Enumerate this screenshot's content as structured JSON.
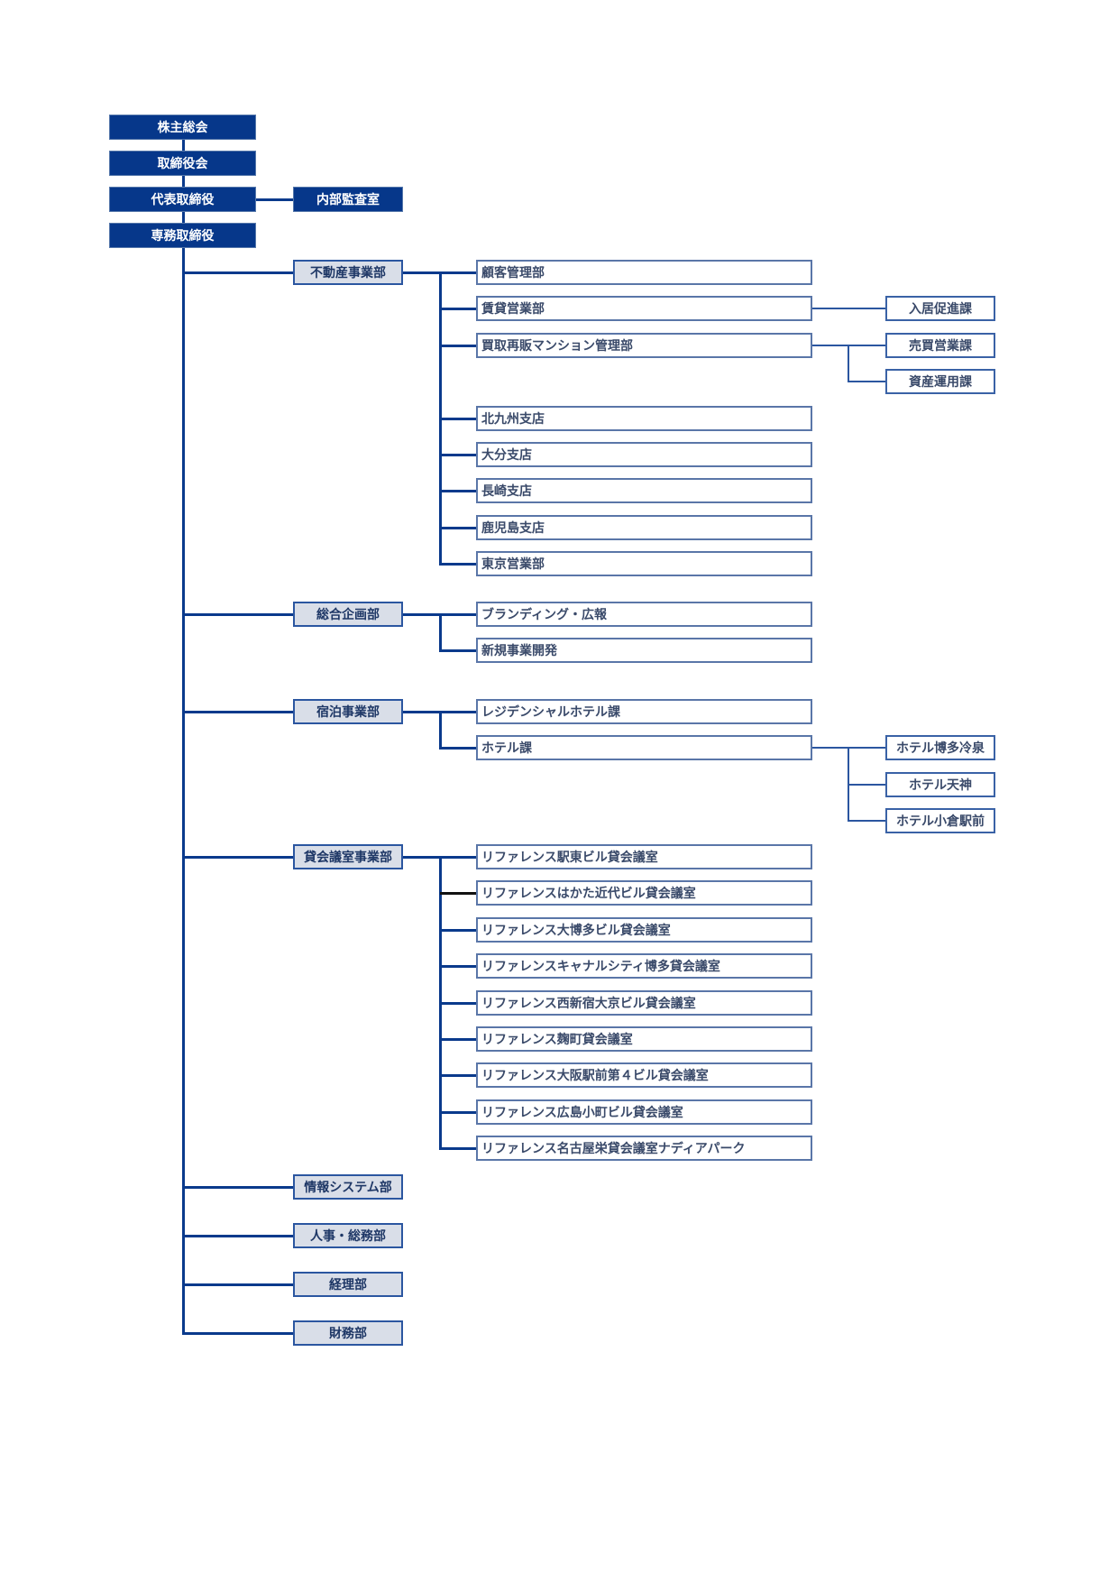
{
  "colors": {
    "executive": "#06378a",
    "department_fill": "#d9dee8",
    "line": "#0a3a8c"
  },
  "executives": [
    "株主総会",
    "取締役会",
    "代表取締役",
    "専務取締役"
  ],
  "audit": "内部監査室",
  "departments": [
    {
      "name": "不動産事業部",
      "units": [
        {
          "name": "顧客管理部",
          "sections": []
        },
        {
          "name": "賃貸営業部",
          "sections": [
            "入居促進課"
          ]
        },
        {
          "name": "買取再販マンション管理部",
          "sections": [
            "売買営業課",
            "資産運用課"
          ]
        },
        {
          "name": "北九州支店",
          "sections": []
        },
        {
          "name": "大分支店",
          "sections": []
        },
        {
          "name": "長崎支店",
          "sections": []
        },
        {
          "name": "鹿児島支店",
          "sections": []
        },
        {
          "name": "東京営業部",
          "sections": []
        }
      ]
    },
    {
      "name": "総合企画部",
      "units": [
        {
          "name": "ブランディング・広報",
          "sections": []
        },
        {
          "name": "新規事業開発",
          "sections": []
        }
      ]
    },
    {
      "name": "宿泊事業部",
      "units": [
        {
          "name": "レジデンシャルホテル課",
          "sections": []
        },
        {
          "name": "ホテル課",
          "sections": [
            "ホテル博多冷泉",
            "ホテル天神",
            "ホテル小倉駅前"
          ]
        }
      ]
    },
    {
      "name": "貸会議室事業部",
      "units": [
        {
          "name": "リファレンス駅東ビル貸会議室",
          "sections": []
        },
        {
          "name": "リファレンスはかた近代ビル貸会議室",
          "sections": []
        },
        {
          "name": "リファレンス大博多ビル貸会議室",
          "sections": []
        },
        {
          "name": "リファレンスキャナルシティ博多貸会議室",
          "sections": []
        },
        {
          "name": "リファレンス西新宿大京ビル貸会議室",
          "sections": []
        },
        {
          "name": "リファレンス麹町貸会議室",
          "sections": []
        },
        {
          "name": "リファレンス大阪駅前第４ビル貸会議室",
          "sections": []
        },
        {
          "name": "リファレンス広島小町ビル貸会議室",
          "sections": []
        },
        {
          "name": "リファレンス名古屋栄貸会議室ナディアパーク",
          "sections": []
        }
      ]
    },
    {
      "name": "情報システム部",
      "units": []
    },
    {
      "name": "人事・総務部",
      "units": []
    },
    {
      "name": "経理部",
      "units": []
    },
    {
      "name": "財務部",
      "units": []
    }
  ]
}
